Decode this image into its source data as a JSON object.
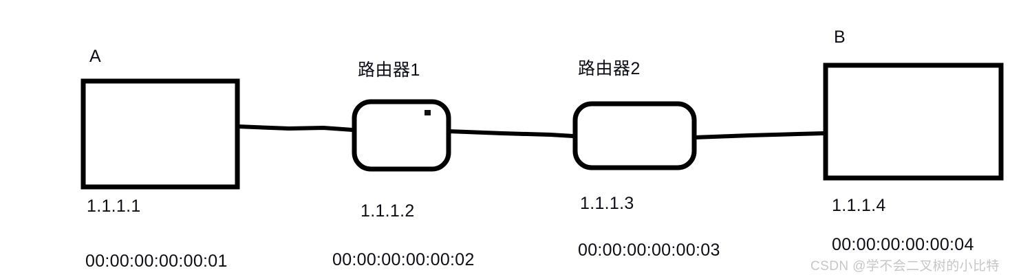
{
  "diagram": {
    "background_color": "#ffffff",
    "stroke_color": "#000000",
    "text_color": "#0d0d17",
    "nodes": [
      {
        "id": "host-a",
        "title": "A",
        "ip": "1.1.1.1",
        "mac": "00:00:00:00:00:01",
        "shape": "rectangle"
      },
      {
        "id": "router-1",
        "title": "路由器1",
        "ip": "1.1.1.2",
        "mac": "00:00:00:00:00:02",
        "shape": "rounded-rectangle",
        "has_indicator_dot": true
      },
      {
        "id": "router-2",
        "title": "路由器2",
        "ip": "1.1.1.3",
        "mac": "00:00:00:00:00:03",
        "shape": "rounded-rectangle",
        "has_indicator_dot": false
      },
      {
        "id": "host-b",
        "title": "B",
        "ip": "1.1.1.4",
        "mac": "00:00:00:00:00:04",
        "shape": "rectangle"
      }
    ],
    "links": [
      {
        "from": "host-a",
        "to": "router-1"
      },
      {
        "from": "router-1",
        "to": "router-2"
      },
      {
        "from": "router-2",
        "to": "host-b"
      }
    ]
  },
  "watermark": {
    "text": "CSDN @学不会二叉树的小比特",
    "color": "#c6c6c6"
  }
}
